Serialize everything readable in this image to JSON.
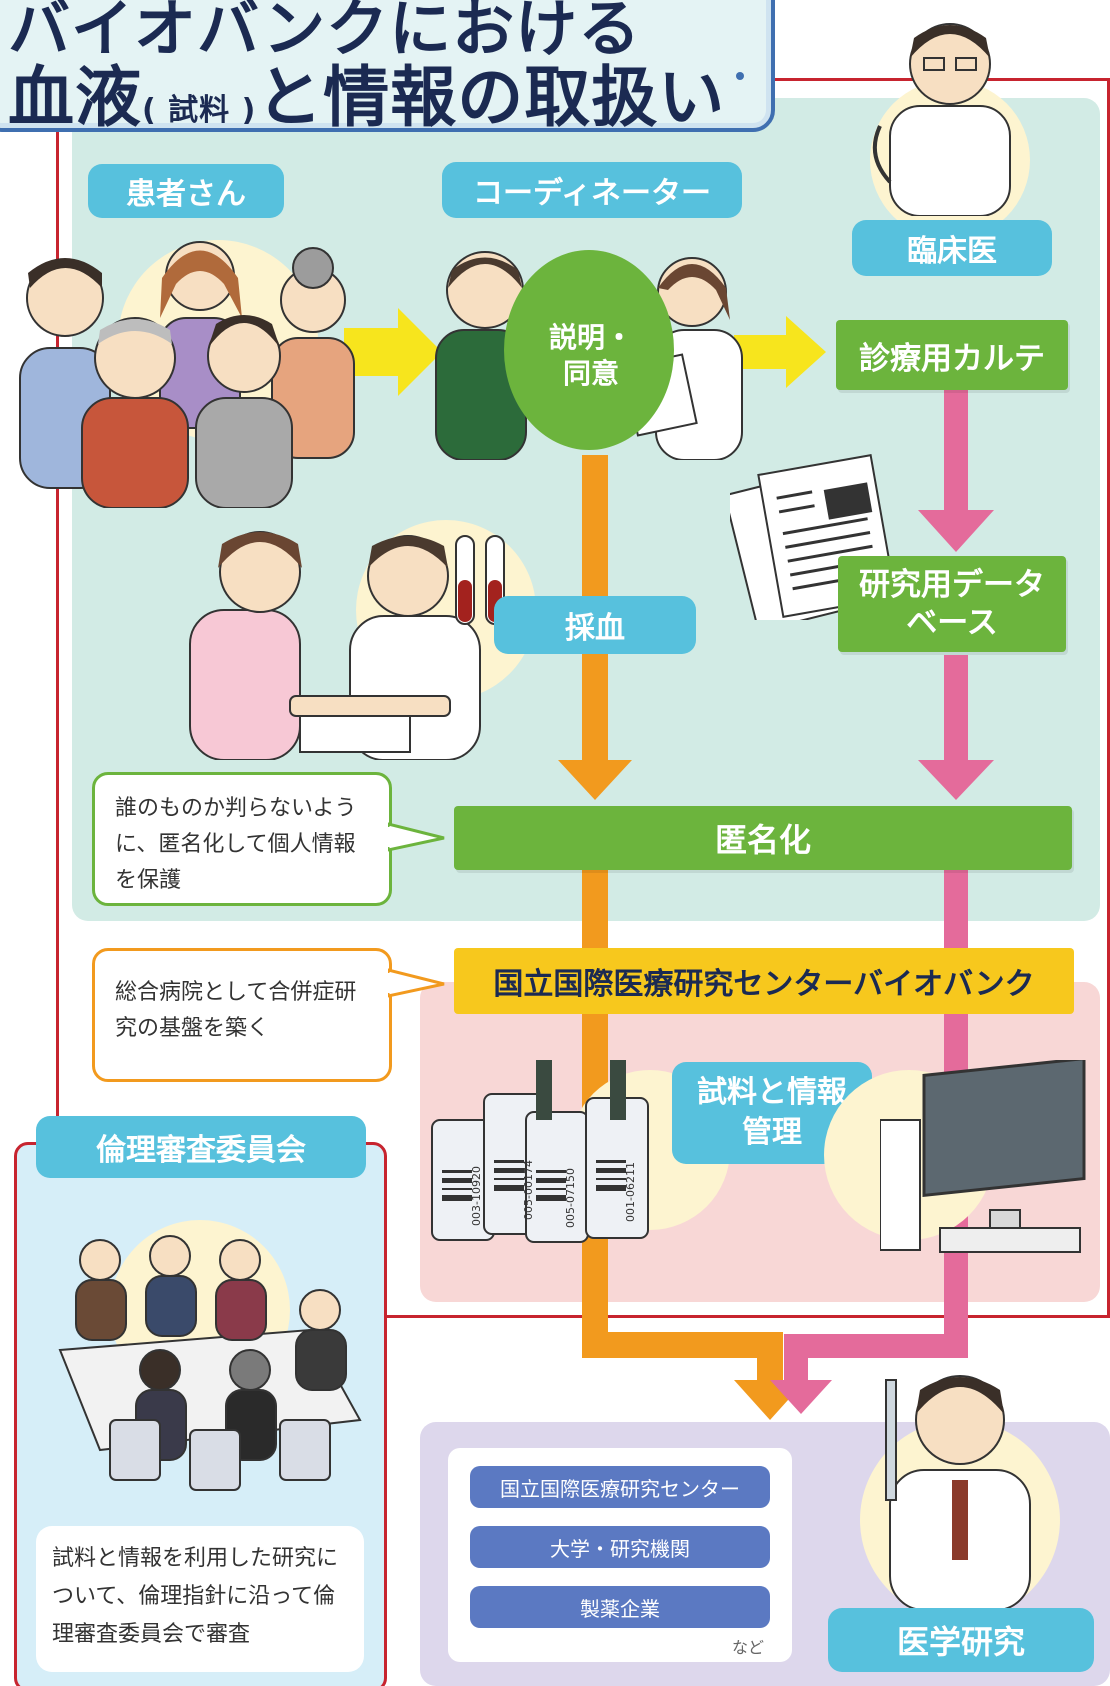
{
  "title": {
    "line1": "バイオバンクにおける",
    "line2_a": "血液",
    "line2_b": "( 試料 )",
    "line2_c": "と情報の取扱い"
  },
  "labels": {
    "patients": "患者さん",
    "coordinator": "コーディネーター",
    "clinician": "臨床医",
    "explanation_consent": "説明・同意",
    "medical_record": "診療用カルテ",
    "research_database": "研究用データベース",
    "blood_collection": "採血",
    "anonymization": "匿名化",
    "biobank": "国立国際医療研究センターバイオバンク",
    "sample_info_management": "試料と情報管理",
    "ethics_committee": "倫理審査委員会",
    "medical_research": "医学研究"
  },
  "callouts": {
    "anonymization_note": "誰のものか判らないように、匿名化して個人情報を保護",
    "hospital_note": "総合病院として合併症研究の基盤を築く",
    "ethics_note": "試料と情報を利用した研究について、倫理指針に沿って倫理審査委員会で審査"
  },
  "institutions": [
    "国立国際医療研究センター",
    "大学・研究機関",
    "製薬企業"
  ],
  "institutions_etc": "など",
  "tube_barcodes": [
    "003-10920",
    "005-00174",
    "005-07150",
    "001-06211"
  ],
  "colors": {
    "green": "#6cb43d",
    "blue": "#57c1dd",
    "orange": "#f29a1e",
    "pink": "#e46b9b",
    "yellow": "#f7c81d",
    "red_frame": "#c7242f",
    "purple_pill": "#5b79c2"
  }
}
